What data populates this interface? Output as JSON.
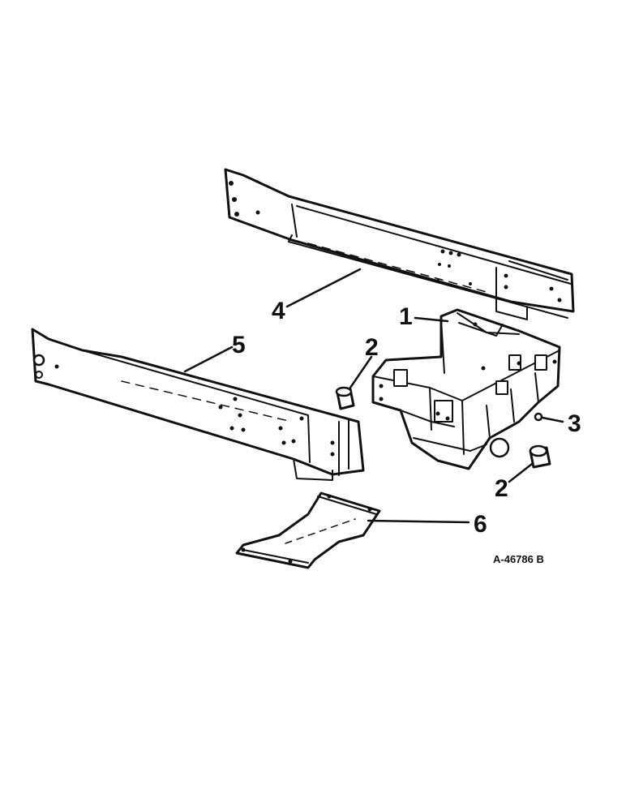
{
  "diagram": {
    "callouts": {
      "frame_housing": "1",
      "bushing_left": "2",
      "bushing_right": "2",
      "bolt": "3",
      "rail_rear": "4",
      "rail_front": "5",
      "bracket": "6"
    },
    "figure_id": "A-46786 B",
    "colors": {
      "ink": "#111111",
      "paper": "#ffffff"
    }
  }
}
